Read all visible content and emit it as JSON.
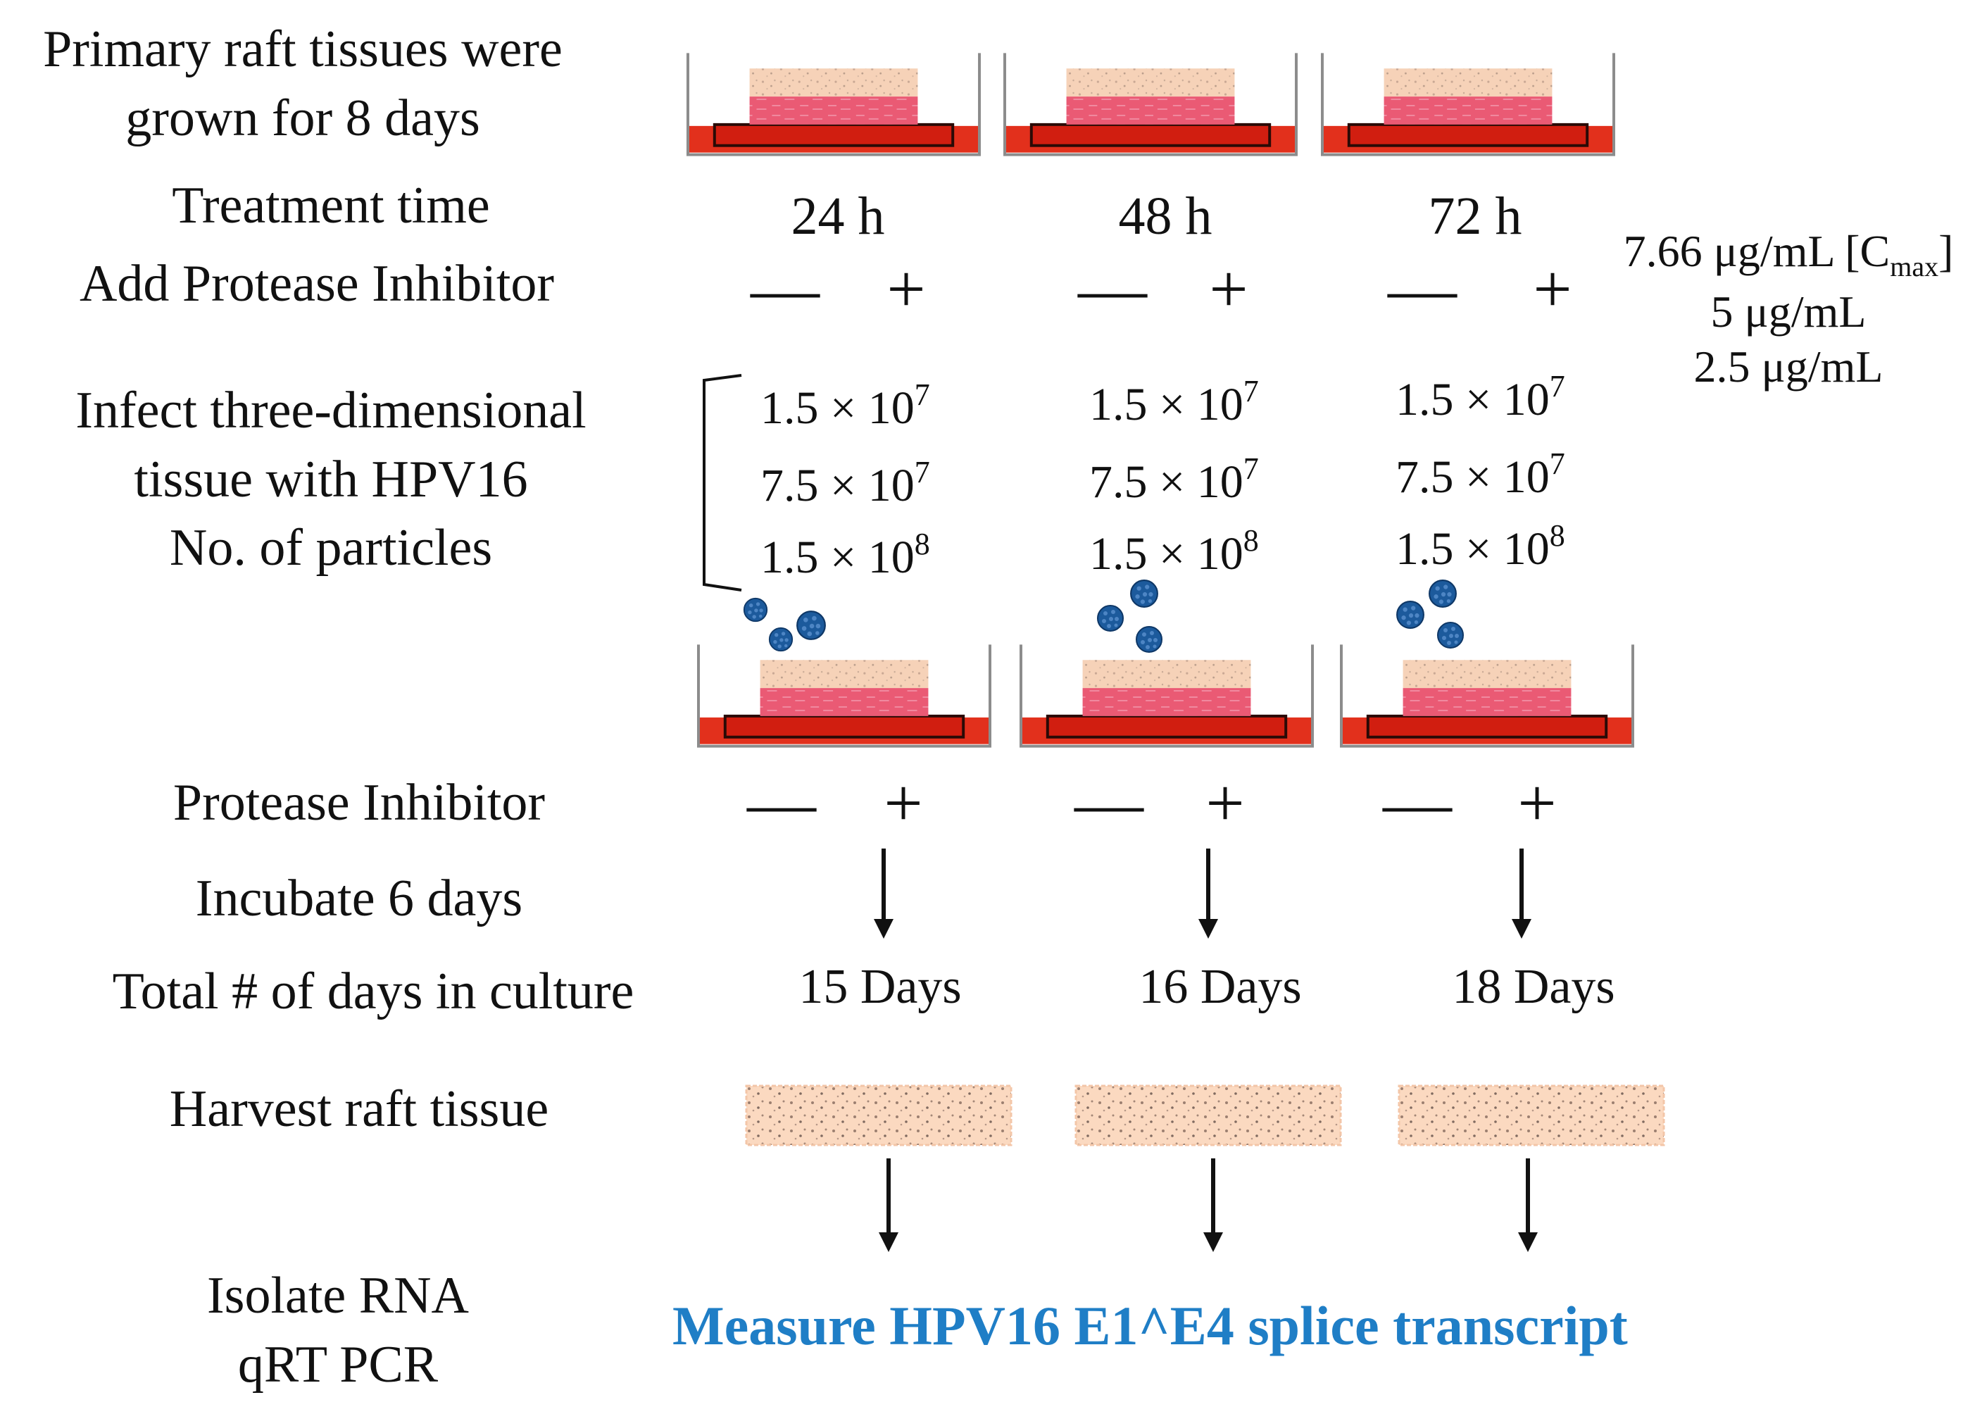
{
  "labels": {
    "grown": [
      "Primary raft tissues were",
      "grown for 8 days"
    ],
    "treatment_time": "Treatment time",
    "add_inhibitor": "Add Protease Inhibitor",
    "infect": [
      "Infect three-dimensional",
      "tissue with HPV16",
      "No. of particles"
    ],
    "protease_inhibitor": "Protease Inhibitor",
    "incubate": "Incubate 6 days",
    "total_days": "Total # of days in culture",
    "harvest": "Harvest raft tissue",
    "isolate": [
      "Isolate RNA",
      "qRT PCR"
    ]
  },
  "minus_sign": "—",
  "plus_sign": "+",
  "times_sign": "×",
  "columns": [
    {
      "treatment_time": "24 h",
      "particles": [
        {
          "base": "1.5",
          "exp": "7"
        },
        {
          "base": "7.5",
          "exp": "7"
        },
        {
          "base": "1.5",
          "exp": "8"
        }
      ],
      "total_days": "15 Days"
    },
    {
      "treatment_time": "48 h",
      "particles": [
        {
          "base": "1.5",
          "exp": "7"
        },
        {
          "base": "7.5",
          "exp": "7"
        },
        {
          "base": "1.5",
          "exp": "8"
        }
      ],
      "total_days": "16 Days"
    },
    {
      "treatment_time": "72 h",
      "particles": [
        {
          "base": "1.5",
          "exp": "7"
        },
        {
          "base": "7.5",
          "exp": "7"
        },
        {
          "base": "1.5",
          "exp": "8"
        }
      ],
      "total_days": "18 Days"
    }
  ],
  "concentrations": {
    "cmax_prefix": "7.66 μg/mL [C",
    "cmax_sub": "max",
    "cmax_suffix": "]",
    "mid": "5 μg/mL",
    "low": "2.5 μg/mL"
  },
  "final_step": "Measure HPV16 E1^E4 splice transcript",
  "colors": {
    "final_text": "#1f7ec6",
    "dish_red": "#e2301c",
    "dermis_pink": "#ea5a74",
    "epidermis_beige": "#f7d3bb",
    "virion_blue": "#1c5a9c"
  }
}
